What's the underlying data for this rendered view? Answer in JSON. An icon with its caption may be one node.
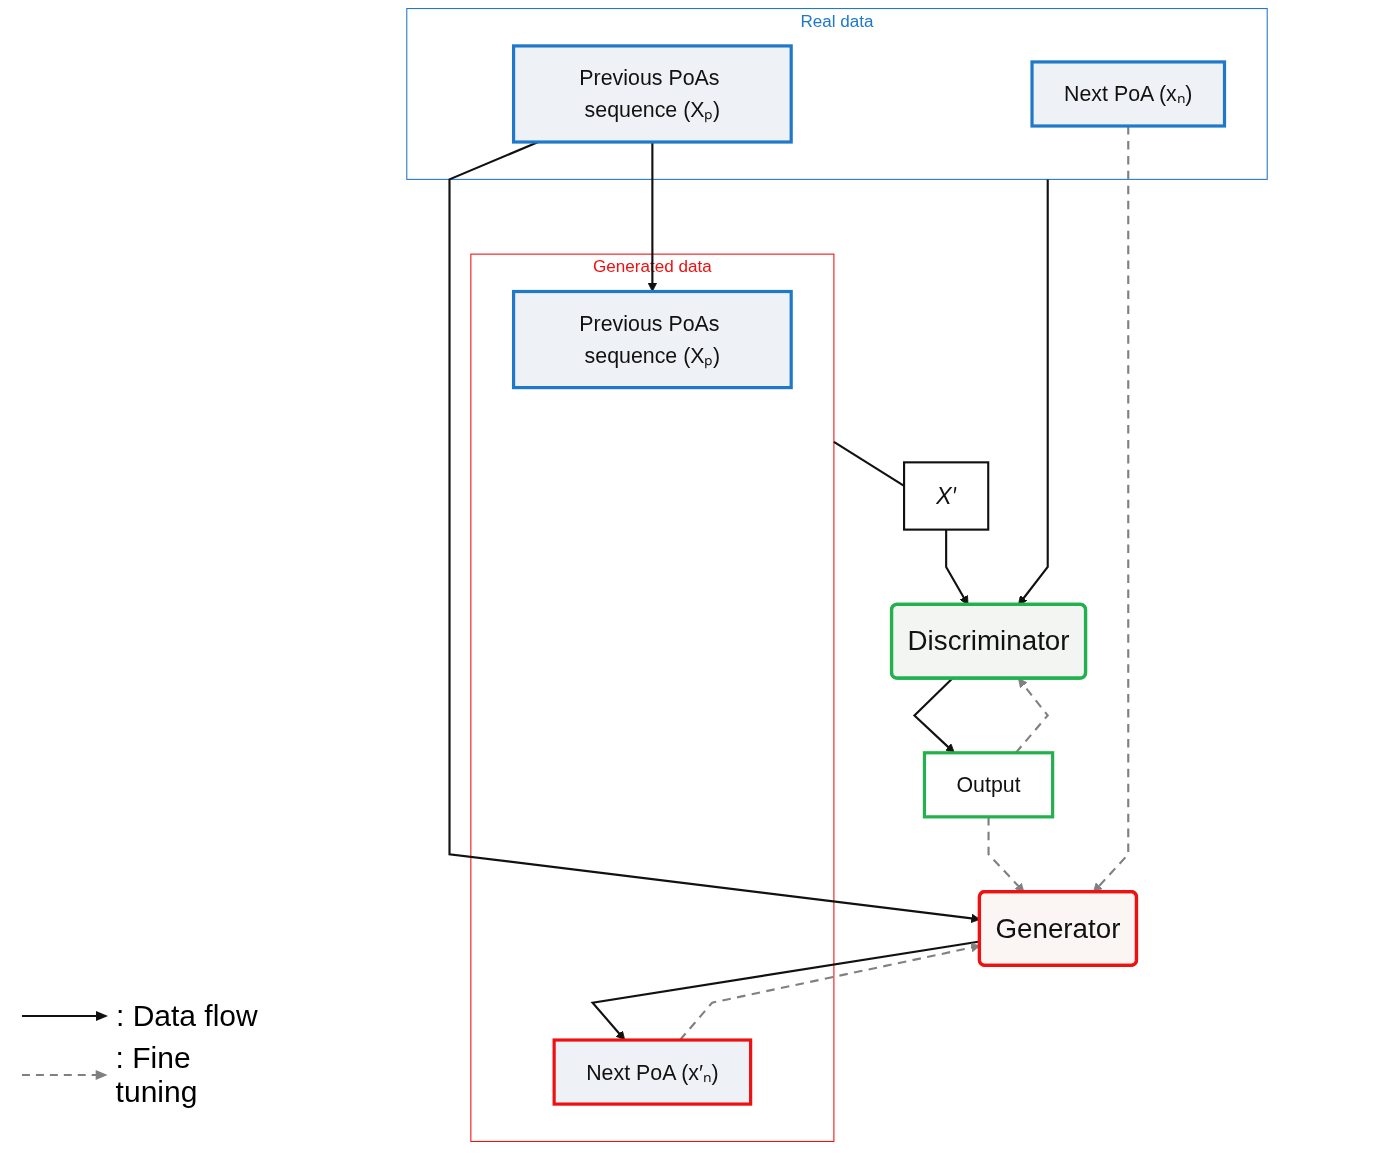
{
  "diagram": {
    "nodes": [
      {
        "text": [
          "Real data"
        ]
      },
      {
        "text": [
          "Previous PoAs sequence (Xₚ)"
        ],
        "in": 0
      },
      {
        "text": [
          "Next PoA (xₙ)"
        ],
        "in": 0
      },
      {
        "text": [
          "Generator"
        ]
      },
      {
        "text": [
          "Generated data"
        ]
      },
      {
        "text": [
          "Previous PoAs sequence (Xₚ)"
        ],
        "in": 4
      },
      {
        "text": [
          "Next PoA (x′ₙ)"
        ],
        "in": 4
      },
      {
        "text": [
          "X′"
        ]
      },
      {
        "text": [
          "Discriminator"
        ]
      },
      {
        "text": [
          "Output"
        ]
      }
    ],
    "edges": [
      {
        "from": 1,
        "to": 3,
        "arrow": "to"
      },
      {
        "from": 1,
        "to": 5,
        "arrow": "to"
      },
      {
        "from": 2,
        "to": 3,
        "arrow": "to",
        "style": "dashed",
        "color": "#808080"
      },
      {
        "from": 3,
        "to": 6,
        "arrow": "to"
      },
      {
        "from": 6,
        "to": 3,
        "arrow": "to",
        "style": "dashed",
        "color": "#808080"
      },
      {
        "from": 4,
        "to": 7,
        "arrow": "none"
      },
      {
        "from": 7,
        "to": 8,
        "arrow": "to"
      },
      {
        "from": 0,
        "to": 8,
        "arrow": "to"
      },
      {
        "from": 8,
        "to": 9,
        "arrow": "to"
      },
      {
        "from": 9,
        "to": 3,
        "arrow": "to",
        "style": "dashed",
        "color": "#808080"
      },
      {
        "from": 9,
        "to": 8,
        "arrow": "to",
        "style": "dashed",
        "color": "#808080"
      }
    ],
    "legend": [
      {
        "text": ": Data flow"
      },
      {
        "text": ": Fine tuning"
      }
    ]
  }
}
